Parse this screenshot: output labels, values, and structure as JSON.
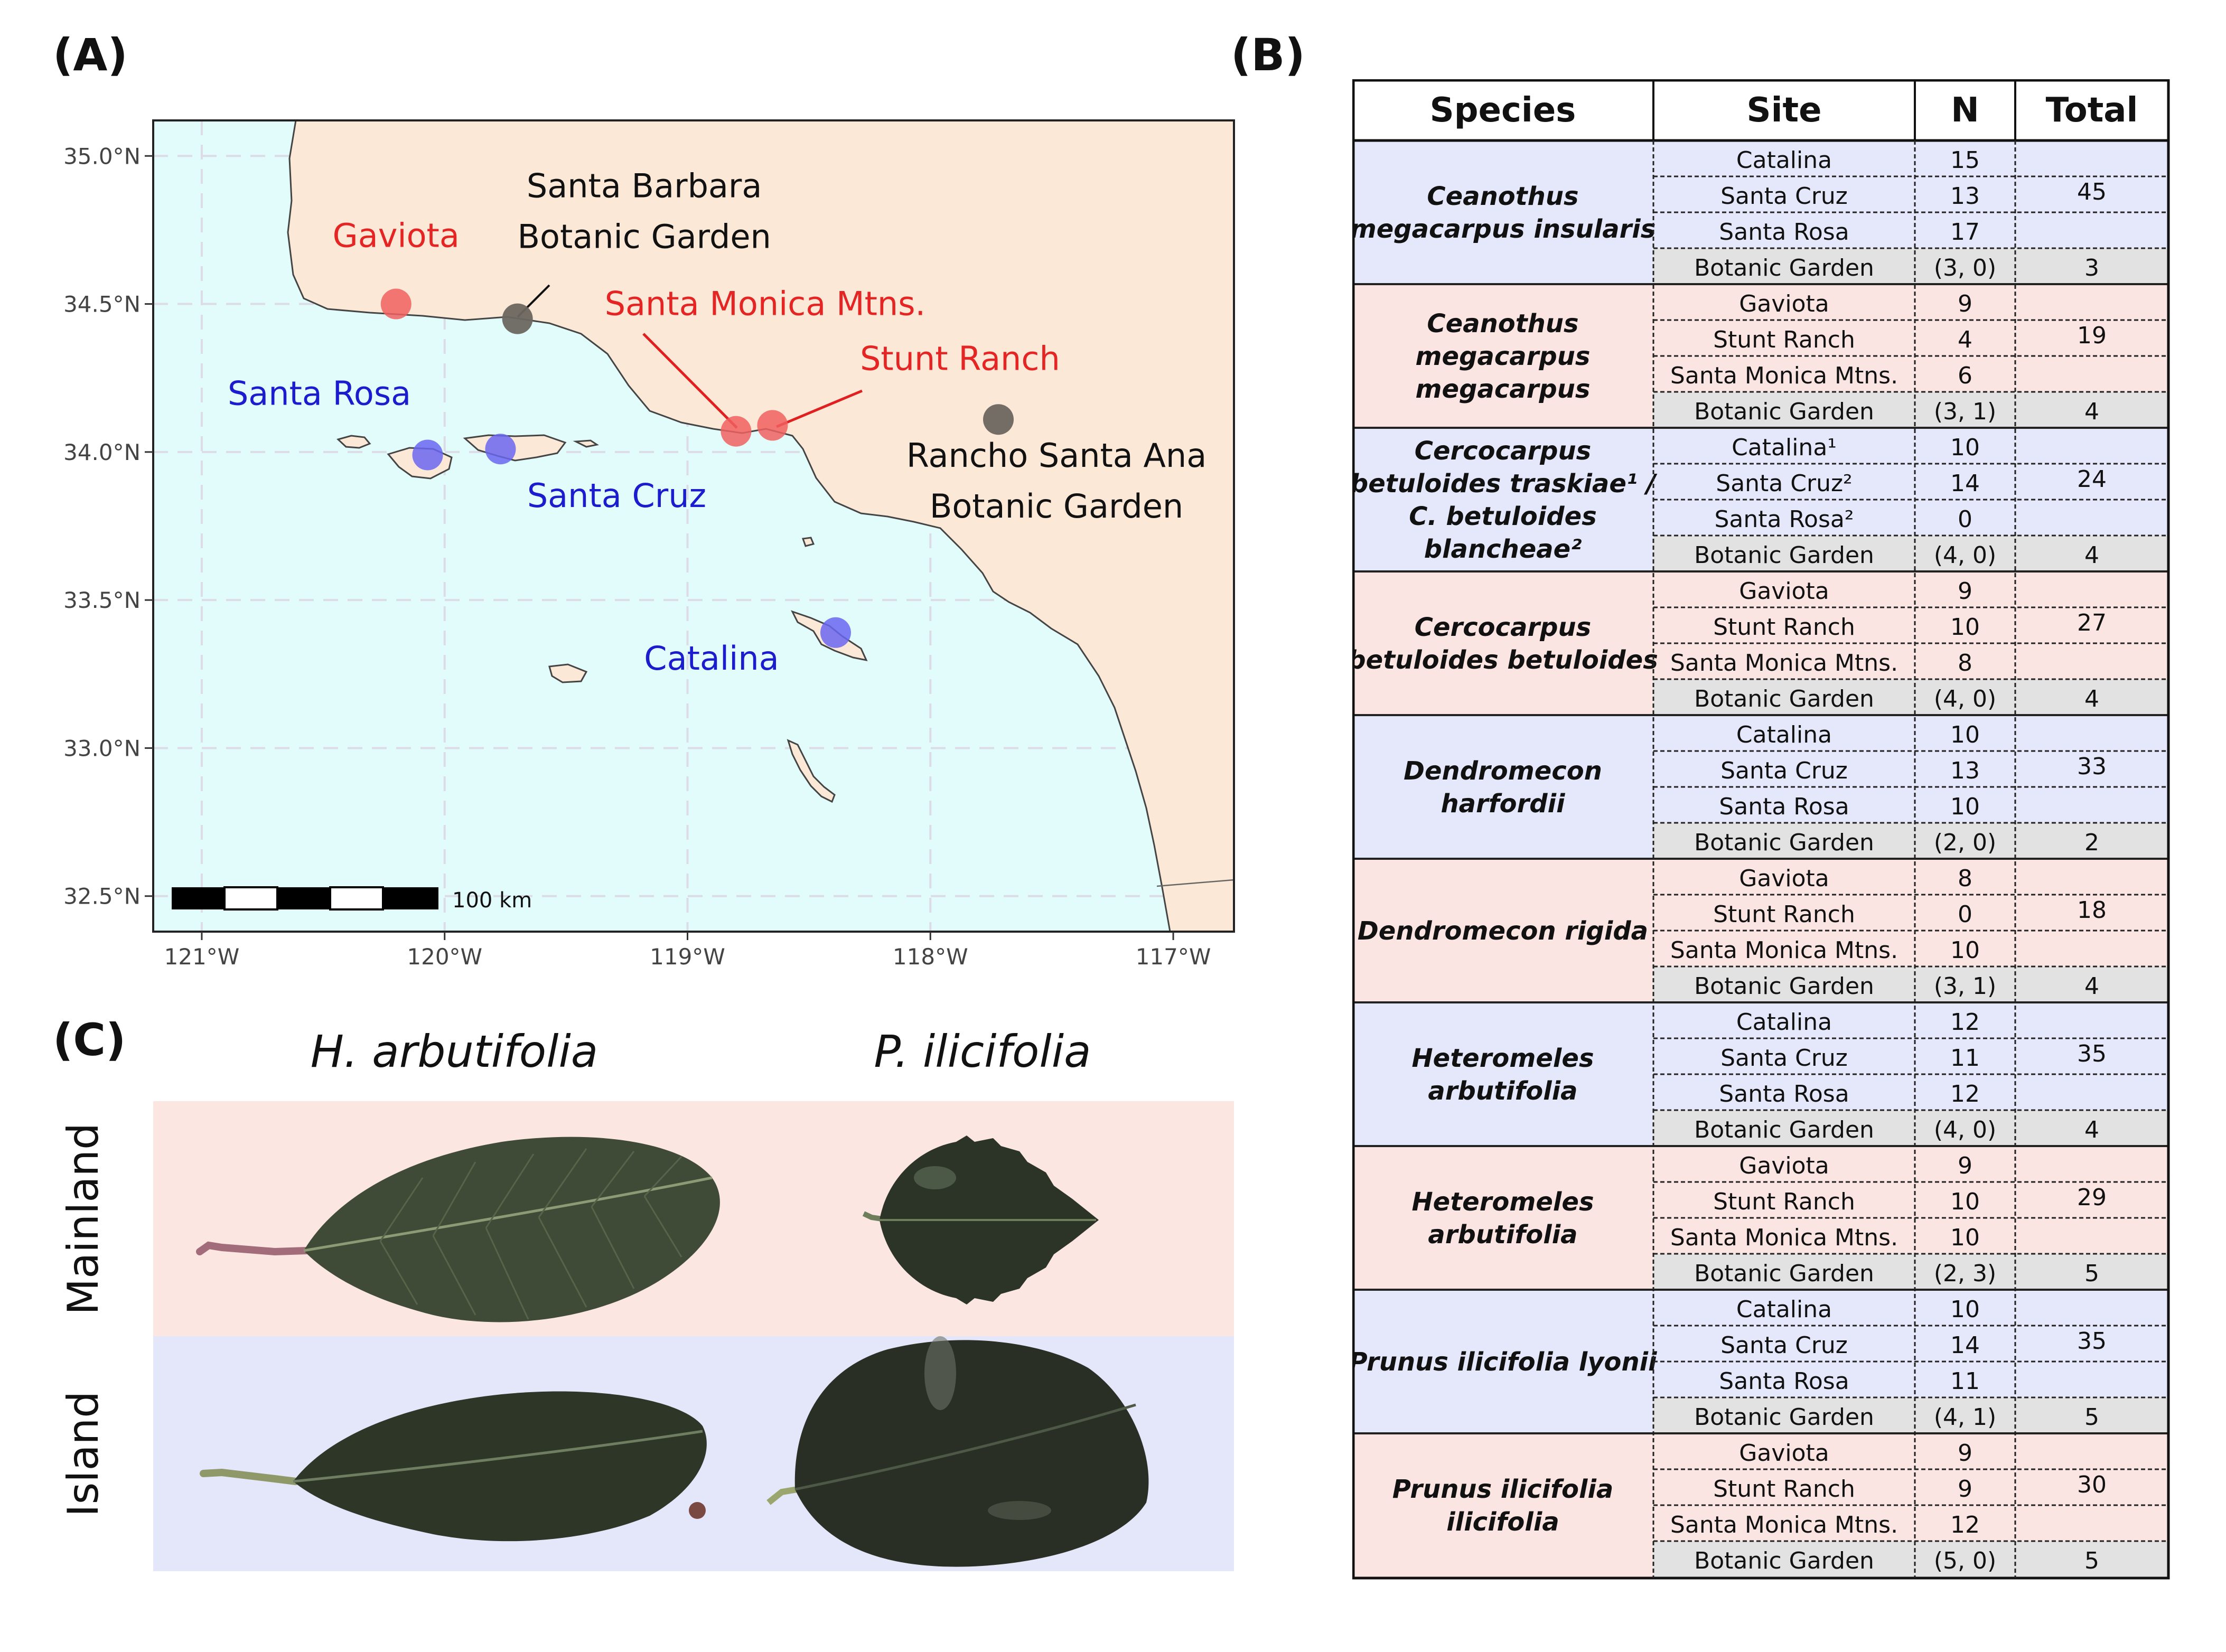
{
  "panels": {
    "a": "(A)",
    "b": "(B)",
    "c": "(C)"
  },
  "map": {
    "lat_labels": [
      "35.0°N",
      "34.5°N",
      "34.0°N",
      "33.5°N",
      "33.0°N",
      "32.5°N"
    ],
    "lat_values": [
      35.0,
      34.5,
      34.0,
      33.5,
      33.0,
      32.5
    ],
    "lon_labels": [
      "121°W",
      "120°W",
      "119°W",
      "118°W",
      "117°W"
    ],
    "lon_values": [
      -121,
      -120,
      -119,
      -118,
      -117
    ],
    "lon_range": [
      -121.2,
      -116.75
    ],
    "lat_range": [
      32.38,
      35.12
    ],
    "scale_bar_label": "100 km",
    "colors": {
      "land": "#fbe8d6",
      "ocean": "#e2fbfb",
      "mainland": "#f06060",
      "island": "#6a66f0",
      "garden": "#6b6660",
      "grid": "#dcdce6"
    },
    "sites": [
      {
        "name": "Gaviota",
        "lines": [
          "Gaviota"
        ],
        "lat": 34.5,
        "lon": -120.2,
        "group": "mainland"
      },
      {
        "name": "Santa Barbara Botanic Garden",
        "lines": [
          "Santa Barbara",
          "Botanic Garden"
        ],
        "lat": 34.45,
        "lon": -119.7,
        "group": "garden"
      },
      {
        "name": "Santa Monica Mtns.",
        "lines": [
          "Santa Monica Mtns."
        ],
        "lat": 34.07,
        "lon": -118.8,
        "group": "mainland"
      },
      {
        "name": "Stunt Ranch",
        "lines": [
          "Stunt Ranch"
        ],
        "lat": 34.09,
        "lon": -118.65,
        "group": "mainland"
      },
      {
        "name": "Rancho Santa Ana Botanic Garden",
        "lines": [
          "Rancho Santa Ana",
          "Botanic Garden"
        ],
        "lat": 34.11,
        "lon": -117.72,
        "group": "garden"
      },
      {
        "name": "Santa Rosa",
        "lines": [
          "Santa Rosa"
        ],
        "lat": 33.99,
        "lon": -120.07,
        "group": "island"
      },
      {
        "name": "Santa Cruz",
        "lines": [
          "Santa Cruz"
        ],
        "lat": 34.01,
        "lon": -119.77,
        "group": "island"
      },
      {
        "name": "Catalina",
        "lines": [
          "Catalina"
        ],
        "lat": 33.39,
        "lon": -118.39,
        "group": "island"
      }
    ]
  },
  "table": {
    "headers": [
      "Species",
      "Site",
      "N",
      "Total"
    ],
    "colors": {
      "island": "#e5e8fb",
      "mainland": "#fbe5e2",
      "garden_row": "#e2e2e2"
    },
    "groups": [
      {
        "species": [
          "Ceanothus",
          "megacarpus insularis"
        ],
        "type": "island",
        "total": "45",
        "garden_total": "3",
        "rows": [
          {
            "site": "Catalina",
            "n": "15"
          },
          {
            "site": "Santa Cruz",
            "n": "13"
          },
          {
            "site": "Santa Rosa",
            "n": "17"
          },
          {
            "site": "Botanic Garden",
            "n": "(3, 0)"
          }
        ]
      },
      {
        "species": [
          "Ceanothus",
          "megacarpus",
          "megacarpus"
        ],
        "type": "mainland",
        "total": "19",
        "garden_total": "4",
        "rows": [
          {
            "site": "Gaviota",
            "n": "9"
          },
          {
            "site": "Stunt Ranch",
            "n": "4"
          },
          {
            "site": "Santa Monica Mtns.",
            "n": "6"
          },
          {
            "site": "Botanic Garden",
            "n": "(3, 1)"
          }
        ]
      },
      {
        "species": [
          "Cercocarpus",
          "betuloides traskiae¹ /",
          "C. betuloides",
          "blancheae²"
        ],
        "type": "island",
        "total": "24",
        "garden_total": "4",
        "rows": [
          {
            "site": "Catalina¹",
            "n": "10"
          },
          {
            "site": "Santa Cruz²",
            "n": "14"
          },
          {
            "site": "Santa Rosa²",
            "n": "0"
          },
          {
            "site": "Botanic Garden",
            "n": "(4, 0)"
          }
        ]
      },
      {
        "species": [
          "Cercocarpus",
          "betuloides betuloides"
        ],
        "type": "mainland",
        "total": "27",
        "garden_total": "4",
        "rows": [
          {
            "site": "Gaviota",
            "n": "9"
          },
          {
            "site": "Stunt Ranch",
            "n": "10"
          },
          {
            "site": "Santa Monica Mtns.",
            "n": "8"
          },
          {
            "site": "Botanic Garden",
            "n": "(4, 0)"
          }
        ]
      },
      {
        "species": [
          "Dendromecon",
          "harfordii"
        ],
        "type": "island",
        "total": "33",
        "garden_total": "2",
        "rows": [
          {
            "site": "Catalina",
            "n": "10"
          },
          {
            "site": "Santa Cruz",
            "n": "13"
          },
          {
            "site": "Santa Rosa",
            "n": "10"
          },
          {
            "site": "Botanic Garden",
            "n": "(2, 0)"
          }
        ]
      },
      {
        "species": [
          "Dendromecon rigida"
        ],
        "type": "mainland",
        "total": "18",
        "garden_total": "4",
        "rows": [
          {
            "site": "Gaviota",
            "n": "8"
          },
          {
            "site": "Stunt Ranch",
            "n": "0"
          },
          {
            "site": "Santa Monica Mtns.",
            "n": "10"
          },
          {
            "site": "Botanic Garden",
            "n": "(3, 1)"
          }
        ]
      },
      {
        "species": [
          "Heteromeles",
          "arbutifolia"
        ],
        "type": "island",
        "total": "35",
        "garden_total": "4",
        "rows": [
          {
            "site": "Catalina",
            "n": "12"
          },
          {
            "site": "Santa Cruz",
            "n": "11"
          },
          {
            "site": "Santa Rosa",
            "n": "12"
          },
          {
            "site": "Botanic Garden",
            "n": "(4, 0)"
          }
        ]
      },
      {
        "species": [
          "Heteromeles",
          "arbutifolia"
        ],
        "type": "mainland",
        "total": "29",
        "garden_total": "5",
        "rows": [
          {
            "site": "Gaviota",
            "n": "9"
          },
          {
            "site": "Stunt Ranch",
            "n": "10"
          },
          {
            "site": "Santa Monica Mtns.",
            "n": "10"
          },
          {
            "site": "Botanic Garden",
            "n": "(2, 3)"
          }
        ]
      },
      {
        "species": [
          "Prunus ilicifolia lyonii"
        ],
        "type": "island",
        "total": "35",
        "garden_total": "5",
        "rows": [
          {
            "site": "Catalina",
            "n": "10"
          },
          {
            "site": "Santa Cruz",
            "n": "14"
          },
          {
            "site": "Santa Rosa",
            "n": "11"
          },
          {
            "site": "Botanic Garden",
            "n": "(4, 1)"
          }
        ]
      },
      {
        "species": [
          "Prunus ilicifolia",
          "ilicifolia"
        ],
        "type": "mainland",
        "total": "30",
        "garden_total": "5",
        "rows": [
          {
            "site": "Gaviota",
            "n": "9"
          },
          {
            "site": "Stunt Ranch",
            "n": "9"
          },
          {
            "site": "Santa Monica Mtns.",
            "n": "12"
          },
          {
            "site": "Botanic Garden",
            "n": "(5, 0)"
          }
        ]
      }
    ]
  },
  "leaves": {
    "columns": [
      "H. arbutifolia",
      "P. ilicifolia"
    ],
    "rows": [
      "Mainland",
      "Island"
    ],
    "colors": {
      "mainland_bg": "#fbe6e2",
      "island_bg": "#e4e6fa",
      "leaf_dark": "#2c3427",
      "leaf_mid": "#3f4b36",
      "vein": "#8c9a76"
    }
  }
}
